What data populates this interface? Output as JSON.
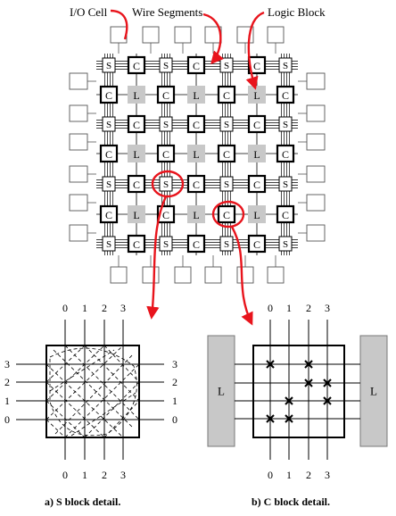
{
  "labels": {
    "io_cell": "I/O Cell",
    "wire_segments": "Wire Segments",
    "logic_block": "Logic Block"
  },
  "block_letters": {
    "switch": "S",
    "connection": "C",
    "logic": "L"
  },
  "s_block": {
    "caption": "a) S block detail.",
    "track_numbers": [
      "0",
      "1",
      "2",
      "3"
    ]
  },
  "c_block": {
    "caption": "b) C block detail.",
    "track_numbers": [
      "0",
      "1",
      "2",
      "3"
    ],
    "side_label": "L"
  },
  "colors": {
    "highlight": "#e8141c",
    "logic_fill": "#c8c8c8",
    "line": "#000000"
  }
}
